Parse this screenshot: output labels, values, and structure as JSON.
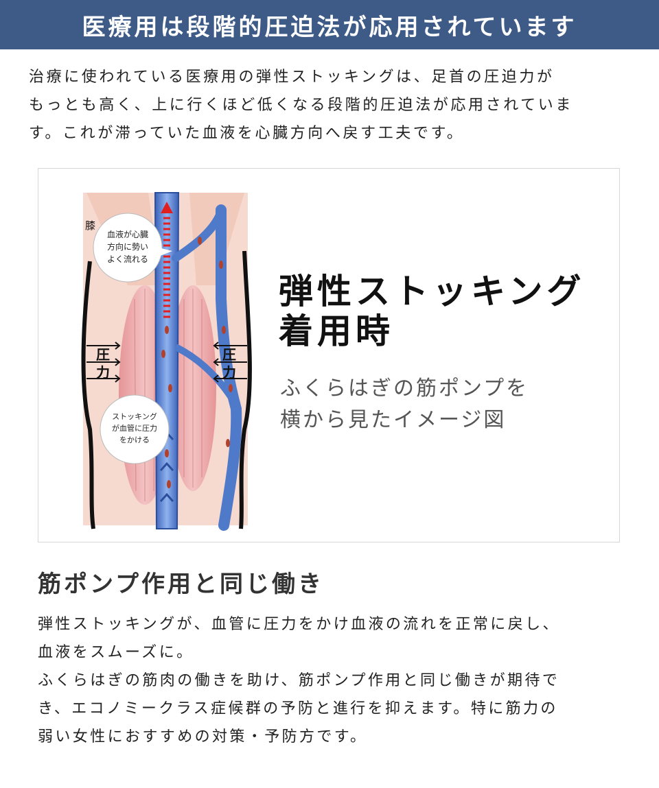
{
  "header": {
    "title": "医療用は段階的圧迫法が応用されています"
  },
  "intro": {
    "lines": [
      "治療に使われている医療用の弾性ストッキングは、足首の圧迫力が",
      "もっとも高く、上に行くほど低くなる段階的圧迫法が応用されていま",
      "す。これが滞っていた血液を心臓方向へ戻す工夫です。"
    ]
  },
  "diagram": {
    "knee_label": "膝",
    "bubble_top": [
      "血液が心臓",
      "方向に勢い",
      "よく流れる"
    ],
    "bubble_bottom": [
      "ストッキング",
      "が血管に圧力",
      "をかける"
    ],
    "pressure_left": [
      "圧",
      "力"
    ],
    "pressure_right": [
      "圧",
      "力"
    ],
    "title_lines": [
      "弾性ストッキング",
      "着用時"
    ],
    "subtitle_lines": [
      "ふくらはぎの筋ポンプを",
      "横から見たイメージ図"
    ],
    "colors": {
      "skin": "#f6d9cf",
      "muscle": "#e8a0a2",
      "vein": "#4f79c9",
      "arrow": "#e02020"
    }
  },
  "section": {
    "heading": "筋ポンプ作用と同じ働き",
    "lines": [
      "弾性ストッキングが、血管に圧力をかけ血液の流れを正常に戻し、",
      "血液をスムーズに。",
      "ふくらはぎの筋肉の働きを助け、筋ポンプ作用と同じ働きが期待で",
      "き、エコノミークラス症候群の予防と進行を抑えます。特に筋力の",
      "弱い女性におすすめの対策・予防方です。"
    ]
  }
}
